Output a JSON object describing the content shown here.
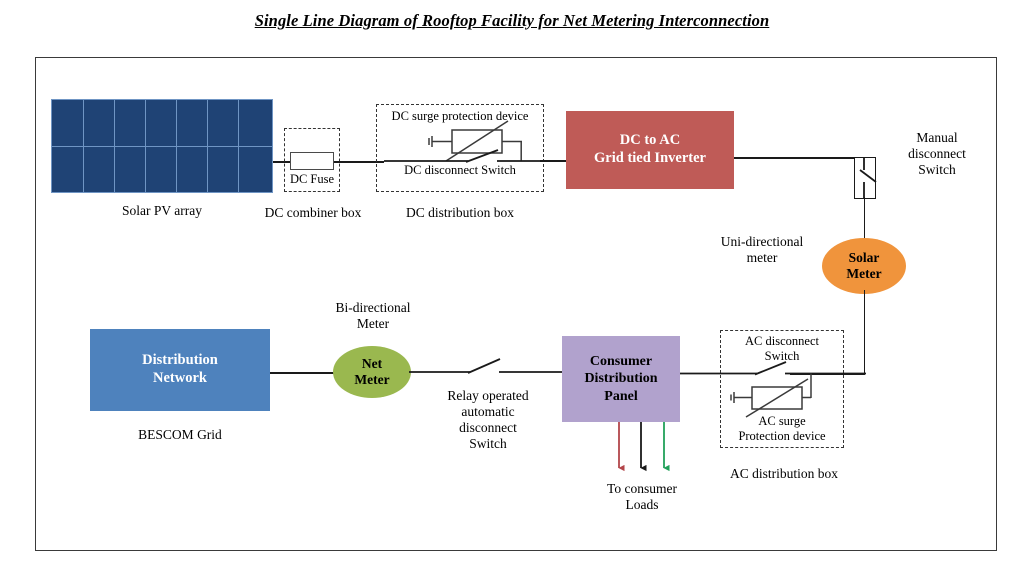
{
  "title": "Single Line Diagram of Rooftop Facility for Net Metering Interconnection",
  "blocks": {
    "pv_array": {
      "caption": "Solar PV array",
      "color": "#1f4375",
      "grid_color": "#6f95c4"
    },
    "dc_fuse": {
      "label": "DC Fuse",
      "caption": "DC combiner box"
    },
    "dc_box": {
      "surge_label": "DC surge protection device",
      "switch_label": "DC disconnect Switch",
      "caption": "DC distribution box"
    },
    "inverter": {
      "label": "DC to AC\nGrid tied Inverter",
      "color": "#bf5b57",
      "text_color": "#ffffff"
    },
    "manual_disconnect": {
      "label": "Manual\ndisconnect\nSwitch"
    },
    "solar_meter": {
      "label": "Solar\nMeter",
      "color": "#f0943c",
      "text_color": "#000000"
    },
    "uni_meter": {
      "label": "Uni-directional\nmeter"
    },
    "distribution_network": {
      "label": "Distribution\nNetwork",
      "color": "#4e82bd",
      "text_color": "#ffffff",
      "caption": "BESCOM Grid"
    },
    "net_meter": {
      "label": "Net\nMeter",
      "color": "#9ab84f",
      "text_color": "#000000",
      "caption": "Bi-directional\nMeter"
    },
    "relay_switch": {
      "label": "Relay operated\nautomatic\ndisconnect\nSwitch"
    },
    "consumer_panel": {
      "label": "Consumer\nDistribution\nPanel",
      "color": "#b1a2cd",
      "text_color": "#000000"
    },
    "ac_box": {
      "switch_label": "AC disconnect\nSwitch",
      "surge_label": "AC surge\nProtection device",
      "caption": "AC distribution box"
    },
    "consumer_loads": {
      "label": "To consumer\nLoads",
      "arrow_colors": [
        "#b3454a",
        "#1a1a1a",
        "#22a05a"
      ]
    }
  }
}
